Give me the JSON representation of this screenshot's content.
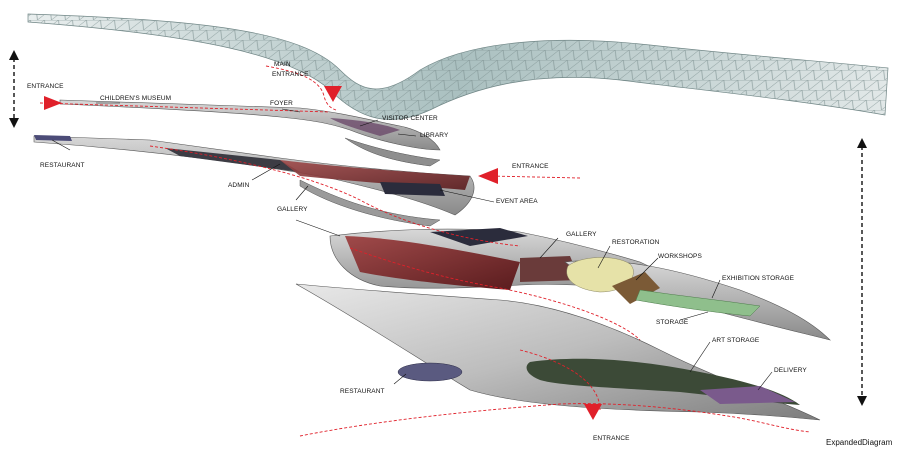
{
  "labels": {
    "entrance_left": "ENTRANCE",
    "childrens_museum": "CHILDREN'S MUSEUM",
    "main_entrance_1": "MAIN",
    "main_entrance_2": "ENTRANCE",
    "foyer": "FOYER",
    "visitor_center": "VISITOR CENTER",
    "library": "LIBRARY",
    "restaurant_top": "RESTAURANT",
    "entrance_right": "ENTRANCE",
    "admin": "ADMIN",
    "event_area": "EVENT AREA",
    "gallery_left": "GALLERY",
    "gallery_right": "GALLERY",
    "restoration": "RESTORATION",
    "workshops": "WORKSHOPS",
    "exhibition_storage": "EXHIBITION STORAGE",
    "storage": "STORAGE",
    "art_storage": "ART STORAGE",
    "delivery": "DELIVERY",
    "restaurant_bottom": "RESTAURANT",
    "entrance_bottom": "ENTRANCE"
  },
  "caption": "ExpandedDiagram",
  "colors": {
    "circulation": "#e0202a",
    "slab": "#b9b9b9",
    "gallery_red": "#7a2a2c",
    "event_dark": "#2b2c3c",
    "restoration_yellow": "#e6e2a8",
    "workshops_brown": "#7b5a36",
    "exhibition_green": "#8fbf8c",
    "art_storage_green": "#3c4a37",
    "delivery_purple": "#7a5a8c",
    "restaurant_blue": "#5a5a80",
    "roof_grid": "#9fb2b2"
  },
  "icons": {
    "vertical_arrow": "double-arrow-vertical-icon",
    "entrance_marker": "triangle-marker-icon"
  }
}
